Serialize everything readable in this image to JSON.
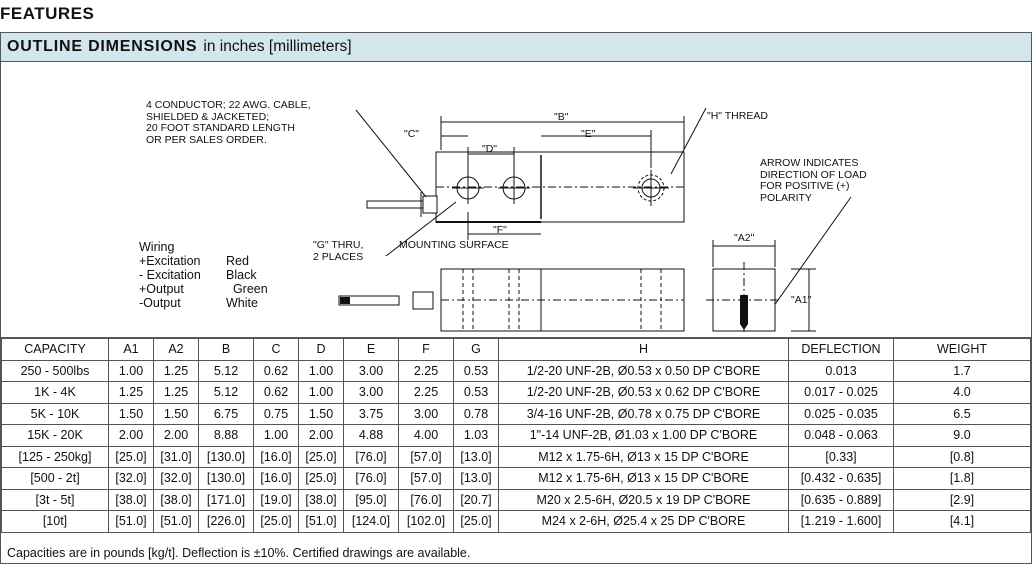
{
  "page": {
    "heading": "FEATURES"
  },
  "panel": {
    "title_strong": "OUTLINE DIMENSIONS",
    "title_rest": "in inches [millimeters]"
  },
  "drawing": {
    "cable_note": [
      "4 CONDUCTOR; 22 AWG. CABLE,",
      "SHIELDED & JACKETED;",
      "20 FOOT STANDARD LENGTH",
      "OR PER SALES ORDER."
    ],
    "arrow_note": [
      "ARROW INDICATES",
      "DIRECTION OF LOAD",
      "FOR POSITIVE (+)",
      "POLARITY"
    ],
    "g_note": [
      "\"G\" THRU,",
      "2 PLACES"
    ],
    "mounting_surface": "MOUNTING SURFACE",
    "labels": {
      "b": "\"B\"",
      "c": "\"C\"",
      "d": "\"D\"",
      "e": "\"E\"",
      "f": "\"F\"",
      "h_thread": "\"H\" THREAD",
      "a1": "\"A1\"",
      "a2": "\"A2\""
    },
    "wiring": {
      "title": "Wiring",
      "rows": [
        {
          "signal": "+Excitation",
          "color": "Red"
        },
        {
          "signal": "- Excitation",
          "color": "Black"
        },
        {
          "signal": "+Output",
          "color": "  Green"
        },
        {
          "signal": "-Output",
          "color": "White"
        }
      ]
    }
  },
  "table": {
    "headers": [
      "CAPACITY",
      "A1",
      "A2",
      "B",
      "C",
      "D",
      "E",
      "F",
      "G",
      "H",
      "DEFLECTION",
      "WEIGHT"
    ],
    "rows": [
      [
        "250 - 500lbs",
        "1.00",
        "1.25",
        "5.12",
        "0.62",
        "1.00",
        "3.00",
        "2.25",
        "0.53",
        "1/2-20 UNF-2B, Ø0.53 x 0.50 DP C'BORE",
        "0.013",
        "1.7"
      ],
      [
        "1K - 4K",
        "1.25",
        "1.25",
        "5.12",
        "0.62",
        "1.00",
        "3.00",
        "2.25",
        "0.53",
        "1/2-20 UNF-2B, Ø0.53 x 0.62 DP C'BORE",
        "0.017 - 0.025",
        "4.0"
      ],
      [
        "5K - 10K",
        "1.50",
        "1.50",
        "6.75",
        "0.75",
        "1.50",
        "3.75",
        "3.00",
        "0.78",
        "3/4-16 UNF-2B, Ø0.78 x 0.75 DP C'BORE",
        "0.025 - 0.035",
        "6.5"
      ],
      [
        "15K - 20K",
        "2.00",
        "2.00",
        "8.88",
        "1.00",
        "2.00",
        "4.88",
        "4.00",
        "1.03",
        "1\"-14 UNF-2B, Ø1.03 x 1.00 DP C'BORE",
        "0.048 - 0.063",
        "9.0"
      ],
      [
        "[125 - 250kg]",
        "[25.0]",
        "[31.0]",
        "[130.0]",
        "[16.0]",
        "[25.0]",
        "[76.0]",
        "[57.0]",
        "[13.0]",
        "M12 x 1.75-6H, Ø13 x 15 DP C'BORE",
        "[0.33]",
        "[0.8]"
      ],
      [
        "[500 - 2t]",
        "[32.0]",
        "[32.0]",
        "[130.0]",
        "[16.0]",
        "[25.0]",
        "[76.0]",
        "[57.0]",
        "[13.0]",
        "M12 x 1.75-6H, Ø13 x 15 DP C'BORE",
        "[0.432 - 0.635]",
        "[1.8]"
      ],
      [
        "[3t - 5t]",
        "[38.0]",
        "[38.0]",
        "[171.0]",
        "[19.0]",
        "[38.0]",
        "[95.0]",
        "[76.0]",
        "[20.7]",
        "M20 x 2.5-6H, Ø20.5 x 19 DP C'BORE",
        "[0.635 - 0.889]",
        "[2.9]"
      ],
      [
        "[10t]",
        "[51.0]",
        "[51.0]",
        "[226.0]",
        "[25.0]",
        "[51.0]",
        "[124.0]",
        "[102.0]",
        "[25.0]",
        "M24 x 2-6H, Ø25.4 x 25 DP C'BORE",
        "[1.219 - 1.600]",
        "[4.1]"
      ]
    ]
  },
  "footnote": "Capacities are in pounds [kg/t]. Deflection is ±10%. Certified drawings are available."
}
